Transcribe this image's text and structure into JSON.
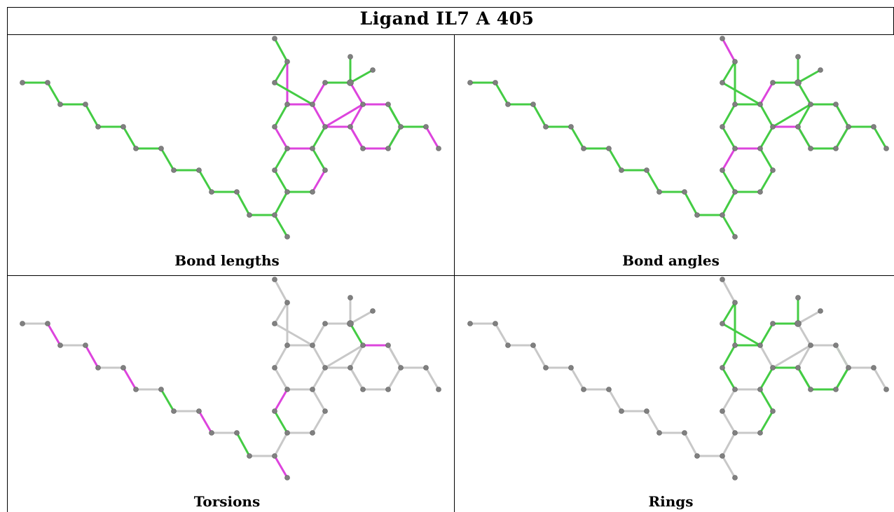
{
  "title": "Ligand IL7 A 405",
  "colors": {
    "good": "#44cc44",
    "outlier": "#dd44dd",
    "none": "#c8c8c8",
    "atom": "#808080"
  },
  "panels": [
    {
      "caption": "Bond lengths",
      "bond_status": [
        "g",
        "g",
        "g",
        "g",
        "g",
        "g",
        "g",
        "g",
        "g",
        "g",
        "g",
        "g",
        "g",
        "g",
        "g",
        "g",
        "g",
        "g",
        "m",
        "g",
        "m",
        "g",
        "m",
        "g",
        "m",
        "m",
        "m",
        "g",
        "g",
        "m",
        "g",
        "g",
        "g",
        "m",
        "m",
        "g",
        "m",
        "g",
        "m",
        "n",
        "g",
        "m",
        "g",
        "m",
        "m",
        "m",
        "m",
        "m",
        "g",
        "g"
      ]
    },
    {
      "caption": "Bond angles",
      "bond_status": [
        "g",
        "g",
        "g",
        "g",
        "g",
        "g",
        "g",
        "g",
        "g",
        "g",
        "g",
        "g",
        "g",
        "g",
        "g",
        "g",
        "g",
        "m",
        "m",
        "g",
        "g",
        "g",
        "g",
        "g",
        "g",
        "g",
        "g",
        "g",
        "g",
        "m",
        "g",
        "g",
        "g",
        "g",
        "g",
        "m",
        "m",
        "m",
        "m",
        "n",
        "g",
        "g",
        "m",
        "g",
        "g",
        "m",
        "g",
        "g",
        "g",
        "g"
      ]
    },
    {
      "caption": "Torsions",
      "bond_status": [
        "n",
        "m",
        "n",
        "m",
        "n",
        "m",
        "n",
        "g",
        "n",
        "m",
        "n",
        "g",
        "n",
        "m",
        "n",
        "g",
        "n",
        "m",
        "n",
        "n",
        "n",
        "n",
        "n",
        "n",
        "n",
        "n",
        "n",
        "n",
        "n",
        "n",
        "n",
        "n",
        "n",
        "g",
        "m",
        "n",
        "n",
        "n",
        "n",
        "n",
        "n",
        "n",
        "n",
        "n",
        "n",
        "n",
        "n",
        "n",
        "n",
        "n"
      ]
    },
    {
      "caption": "Rings",
      "bond_status": [
        "n",
        "n",
        "n",
        "n",
        "n",
        "n",
        "n",
        "n",
        "n",
        "n",
        "n",
        "n",
        "n",
        "n",
        "n",
        "n",
        "n",
        "n",
        "n",
        "g",
        "g",
        "g",
        "g",
        "g",
        "g",
        "n",
        "g",
        "g",
        "g",
        "g",
        "g",
        "g",
        "n",
        "n",
        "n",
        "g",
        "g",
        "g",
        "g",
        "n",
        "n",
        "n",
        "n",
        "n",
        "n",
        "g",
        "g",
        "g",
        "g",
        "n"
      ]
    }
  ]
}
